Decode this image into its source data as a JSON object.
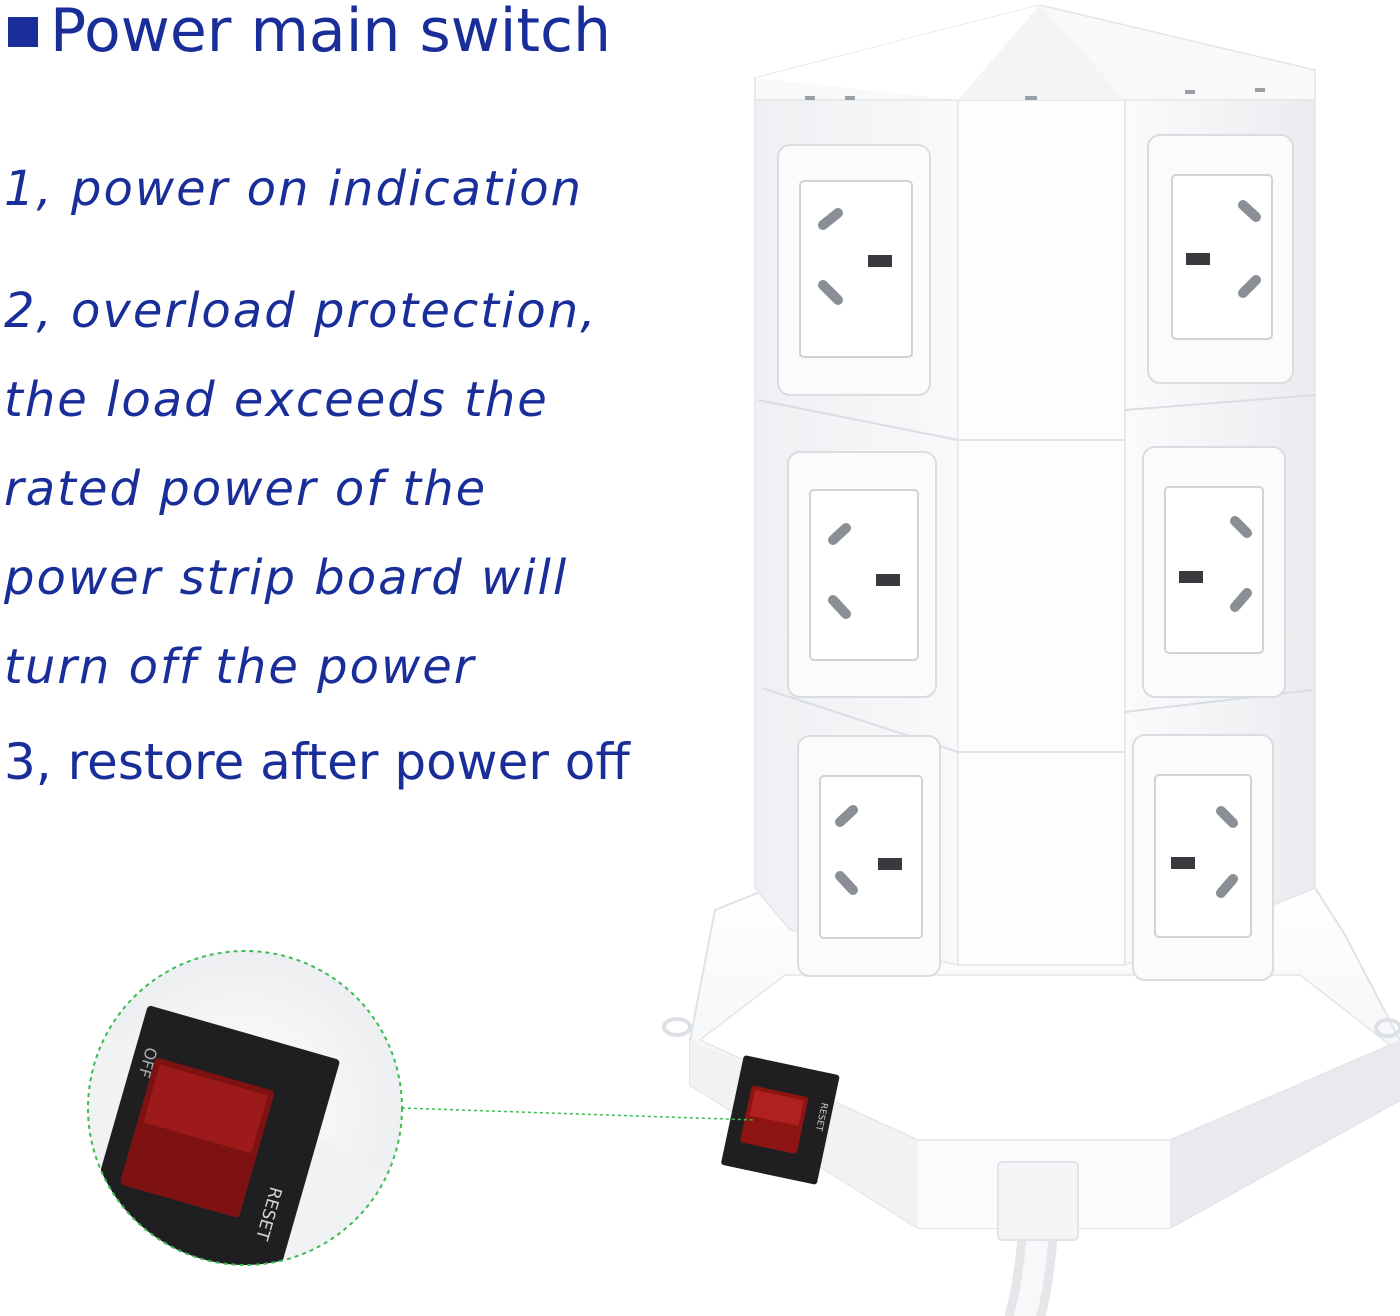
{
  "heading": "Power main switch",
  "features": [
    {
      "lines": [
        "1, power on indication"
      ]
    },
    {
      "lines": [
        "2, overload protection,",
        "the load exceeds the",
        "rated power of the",
        "power strip board will",
        "turn off the power"
      ]
    },
    {
      "lines": [
        "3, restore after power off"
      ]
    }
  ],
  "switch_labels": {
    "off": "OFF",
    "reset": "RESET"
  },
  "colors": {
    "text": "#1a2e9a",
    "switch_rocker": "#8e1414",
    "callout_circle": "#3dbb55",
    "body_white": "#ffffff"
  }
}
